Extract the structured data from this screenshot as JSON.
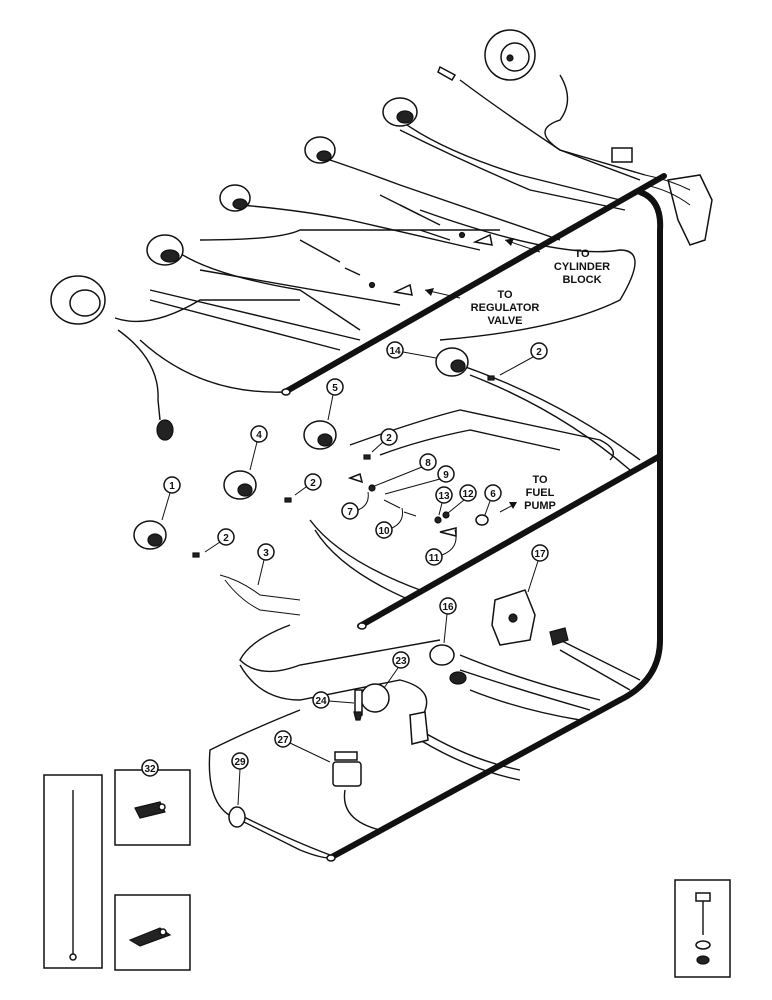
{
  "labels": {
    "cylinder_block": [
      "TO",
      "CYLINDER",
      "BLOCK"
    ],
    "regulator_valve": [
      "TO",
      "REGULATOR",
      "VALVE"
    ],
    "fuel_pump": [
      "TO",
      "FUEL",
      "PUMP"
    ]
  },
  "callouts": [
    "1",
    "2",
    "2",
    "2",
    "2",
    "3",
    "4",
    "5",
    "6",
    "7",
    "8",
    "9",
    "10",
    "11",
    "12",
    "13",
    "14",
    "16",
    "17",
    "23",
    "24",
    "27",
    "29",
    "32"
  ]
}
